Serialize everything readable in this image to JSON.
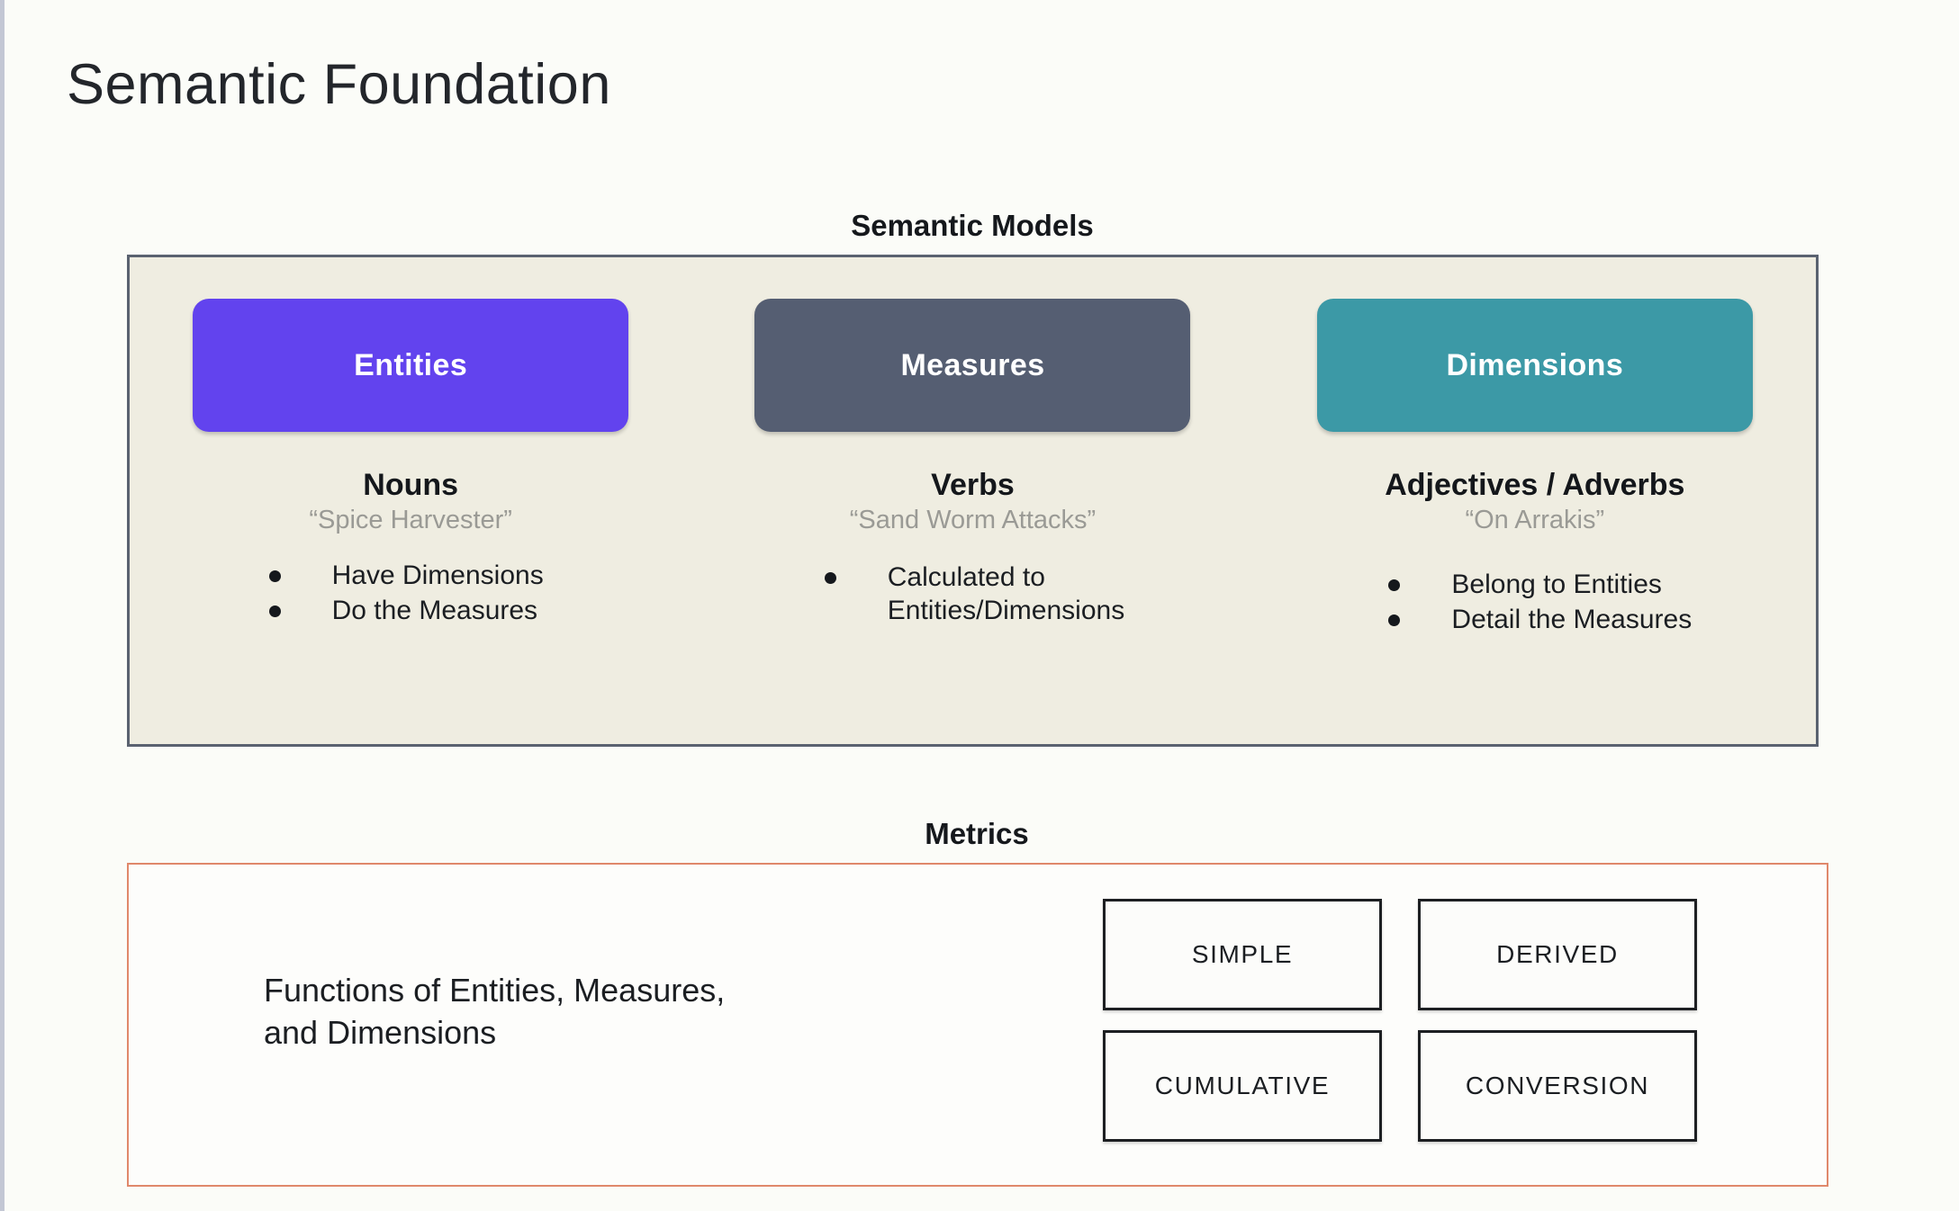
{
  "slide": {
    "title": "Semantic Foundation",
    "background_color": "#FBFCF8"
  },
  "semantic_models": {
    "heading": "Semantic Models",
    "panel_background": "#EFEDE1",
    "panel_border_color": "#5A6270",
    "columns": [
      {
        "pill_label": "Entities",
        "pill_color": "#6243EE",
        "part_of_speech": "Nouns",
        "example": "“Spice Harvester”",
        "bullets": [
          "Have Dimensions",
          "Do the Measures"
        ]
      },
      {
        "pill_label": "Measures",
        "pill_color": "#555E72",
        "part_of_speech": "Verbs",
        "example": "“Sand Worm Attacks”",
        "bullets": [
          "Calculated to\nEntities/Dimensions"
        ]
      },
      {
        "pill_label": "Dimensions",
        "pill_color": "#3C99A6",
        "part_of_speech": "Adjectives / Adverbs",
        "example": "“On Arrakis”",
        "bullets": [
          "Belong to Entities",
          "Detail the Measures"
        ]
      }
    ]
  },
  "metrics": {
    "heading": "Metrics",
    "panel_border_color": "#E0886B",
    "description": "Functions of Entities, Measures,\nand Dimensions",
    "types": [
      "SIMPLE",
      "DERIVED",
      "CUMULATIVE",
      "CONVERSION"
    ]
  }
}
